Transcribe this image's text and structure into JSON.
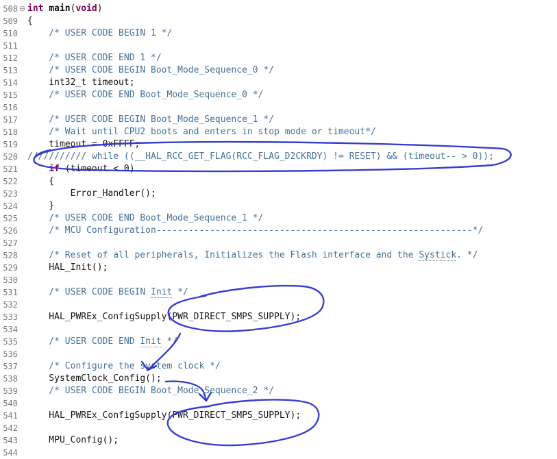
{
  "colors": {
    "keyword": "#7f0055",
    "comment": "#44719b",
    "plain": "#141414",
    "line_number": "#7a7a7a",
    "background": "#ffffff",
    "ink": "#2b35cc",
    "spell_underline": "#9a9a9a"
  },
  "annotations": {
    "ink_color": "#2b35cc",
    "items": [
      {
        "shape": "ellipse",
        "target_line": "520",
        "around": "commented-out while (__HAL_RCC_GET_FLAG...) line"
      },
      {
        "shape": "ellipse",
        "target_line": "533",
        "around": "(PWR_DIRECT_SMPS_SUPPLY); argument"
      },
      {
        "shape": "arrow",
        "target_line": "538",
        "points_to": "SystemClock_Config();"
      },
      {
        "shape": "arrow",
        "target_line": "541",
        "points_to": "HAL_PWREx_ConfigSupply call"
      },
      {
        "shape": "ellipse",
        "target_line": "541",
        "around": "(PWR_DIRECT_SMPS_SUPPLY); argument"
      }
    ]
  },
  "editor": {
    "lines": [
      {
        "num": "508",
        "fold": "⊖",
        "segs": [
          {
            "t": "int",
            "c": "kw"
          },
          {
            "t": " ",
            "c": "p"
          },
          {
            "t": "main",
            "c": "fn"
          },
          {
            "t": "(",
            "c": "p"
          },
          {
            "t": "void",
            "c": "kw"
          },
          {
            "t": ")",
            "c": "p"
          }
        ]
      },
      {
        "num": "509",
        "segs": [
          {
            "t": "{",
            "c": "p"
          }
        ]
      },
      {
        "num": "510",
        "segs": [
          {
            "t": "    /* USER CODE BEGIN 1 */",
            "c": "c"
          }
        ]
      },
      {
        "num": "511",
        "segs": []
      },
      {
        "num": "512",
        "segs": [
          {
            "t": "    /* USER CODE END 1 */",
            "c": "c"
          }
        ]
      },
      {
        "num": "513",
        "segs": [
          {
            "t": "    /* USER CODE BEGIN Boot_Mode_Sequence_0 */",
            "c": "c"
          }
        ]
      },
      {
        "num": "514",
        "segs": [
          {
            "t": "    int32_t timeout;",
            "c": "p"
          }
        ]
      },
      {
        "num": "515",
        "segs": [
          {
            "t": "    /* USER CODE END Boot_Mode_Sequence_0 */",
            "c": "c"
          }
        ]
      },
      {
        "num": "516",
        "segs": []
      },
      {
        "num": "517",
        "segs": [
          {
            "t": "    /* USER CODE BEGIN Boot_Mode_Sequence_1 */",
            "c": "c"
          }
        ]
      },
      {
        "num": "518",
        "segs": [
          {
            "t": "    /* Wait until CPU2 boots and enters in stop mode or timeout*/",
            "c": "c"
          }
        ]
      },
      {
        "num": "519",
        "segs": [
          {
            "t": "    timeout = 0xFFFF;",
            "c": "p"
          }
        ]
      },
      {
        "num": "520",
        "segs": [
          {
            "t": "/////////// while ((__HAL_RCC_GET_FLAG(RCC_FLAG_D2CKRDY) != RESET) && (timeout-- > 0));",
            "c": "c"
          }
        ]
      },
      {
        "num": "521",
        "segs": [
          {
            "t": "    ",
            "c": "p"
          },
          {
            "t": "if",
            "c": "kw"
          },
          {
            "t": " (timeout < 0)",
            "c": "p"
          }
        ]
      },
      {
        "num": "522",
        "segs": [
          {
            "t": "    {",
            "c": "p"
          }
        ]
      },
      {
        "num": "523",
        "segs": [
          {
            "t": "        Error_Handler();",
            "c": "p"
          }
        ]
      },
      {
        "num": "524",
        "segs": [
          {
            "t": "    }",
            "c": "p"
          }
        ]
      },
      {
        "num": "525",
        "segs": [
          {
            "t": "    /* USER CODE END Boot_Mode_Sequence_1 */",
            "c": "c"
          }
        ]
      },
      {
        "num": "526",
        "segs": [
          {
            "t": "    /* MCU Configuration-----------------------------------------------------------*/",
            "c": "c"
          }
        ]
      },
      {
        "num": "527",
        "segs": []
      },
      {
        "num": "528",
        "segs": [
          {
            "t": "    /* Reset of all peripherals, Initializes the Flash interface and the ",
            "c": "c"
          },
          {
            "t": "Systick",
            "c": "csp"
          },
          {
            "t": ". */",
            "c": "c"
          }
        ]
      },
      {
        "num": "529",
        "segs": [
          {
            "t": "    HAL_Init();",
            "c": "p"
          }
        ]
      },
      {
        "num": "530",
        "segs": []
      },
      {
        "num": "531",
        "segs": [
          {
            "t": "    /* USER CODE BEGIN ",
            "c": "c"
          },
          {
            "t": "Init",
            "c": "csp"
          },
          {
            "t": " */",
            "c": "c"
          }
        ]
      },
      {
        "num": "532",
        "segs": []
      },
      {
        "num": "533",
        "segs": [
          {
            "t": "    HAL_PWREx_ConfigSupply(PWR_DIRECT_SMPS_SUPPLY);",
            "c": "p"
          }
        ]
      },
      {
        "num": "534",
        "segs": []
      },
      {
        "num": "535",
        "segs": [
          {
            "t": "    /* USER CODE END ",
            "c": "c"
          },
          {
            "t": "Init",
            "c": "csp"
          },
          {
            "t": " */",
            "c": "c"
          }
        ]
      },
      {
        "num": "536",
        "segs": []
      },
      {
        "num": "537",
        "segs": [
          {
            "t": "    /* Configure the system clock */",
            "c": "c"
          }
        ]
      },
      {
        "num": "538",
        "segs": [
          {
            "t": "    SystemClock_Config();",
            "c": "p"
          }
        ]
      },
      {
        "num": "539",
        "segs": [
          {
            "t": "    /* USER CODE BEGIN Boot_Mode_Sequence_2 */",
            "c": "c"
          }
        ]
      },
      {
        "num": "540",
        "segs": []
      },
      {
        "num": "541",
        "segs": [
          {
            "t": "    HAL_PWREx_ConfigSupply(PWR_DIRECT_SMPS_SUPPLY);",
            "c": "p"
          }
        ]
      },
      {
        "num": "542",
        "segs": []
      },
      {
        "num": "543",
        "segs": [
          {
            "t": "    MPU_Config();",
            "c": "p"
          }
        ]
      },
      {
        "num": "544",
        "segs": []
      }
    ]
  }
}
